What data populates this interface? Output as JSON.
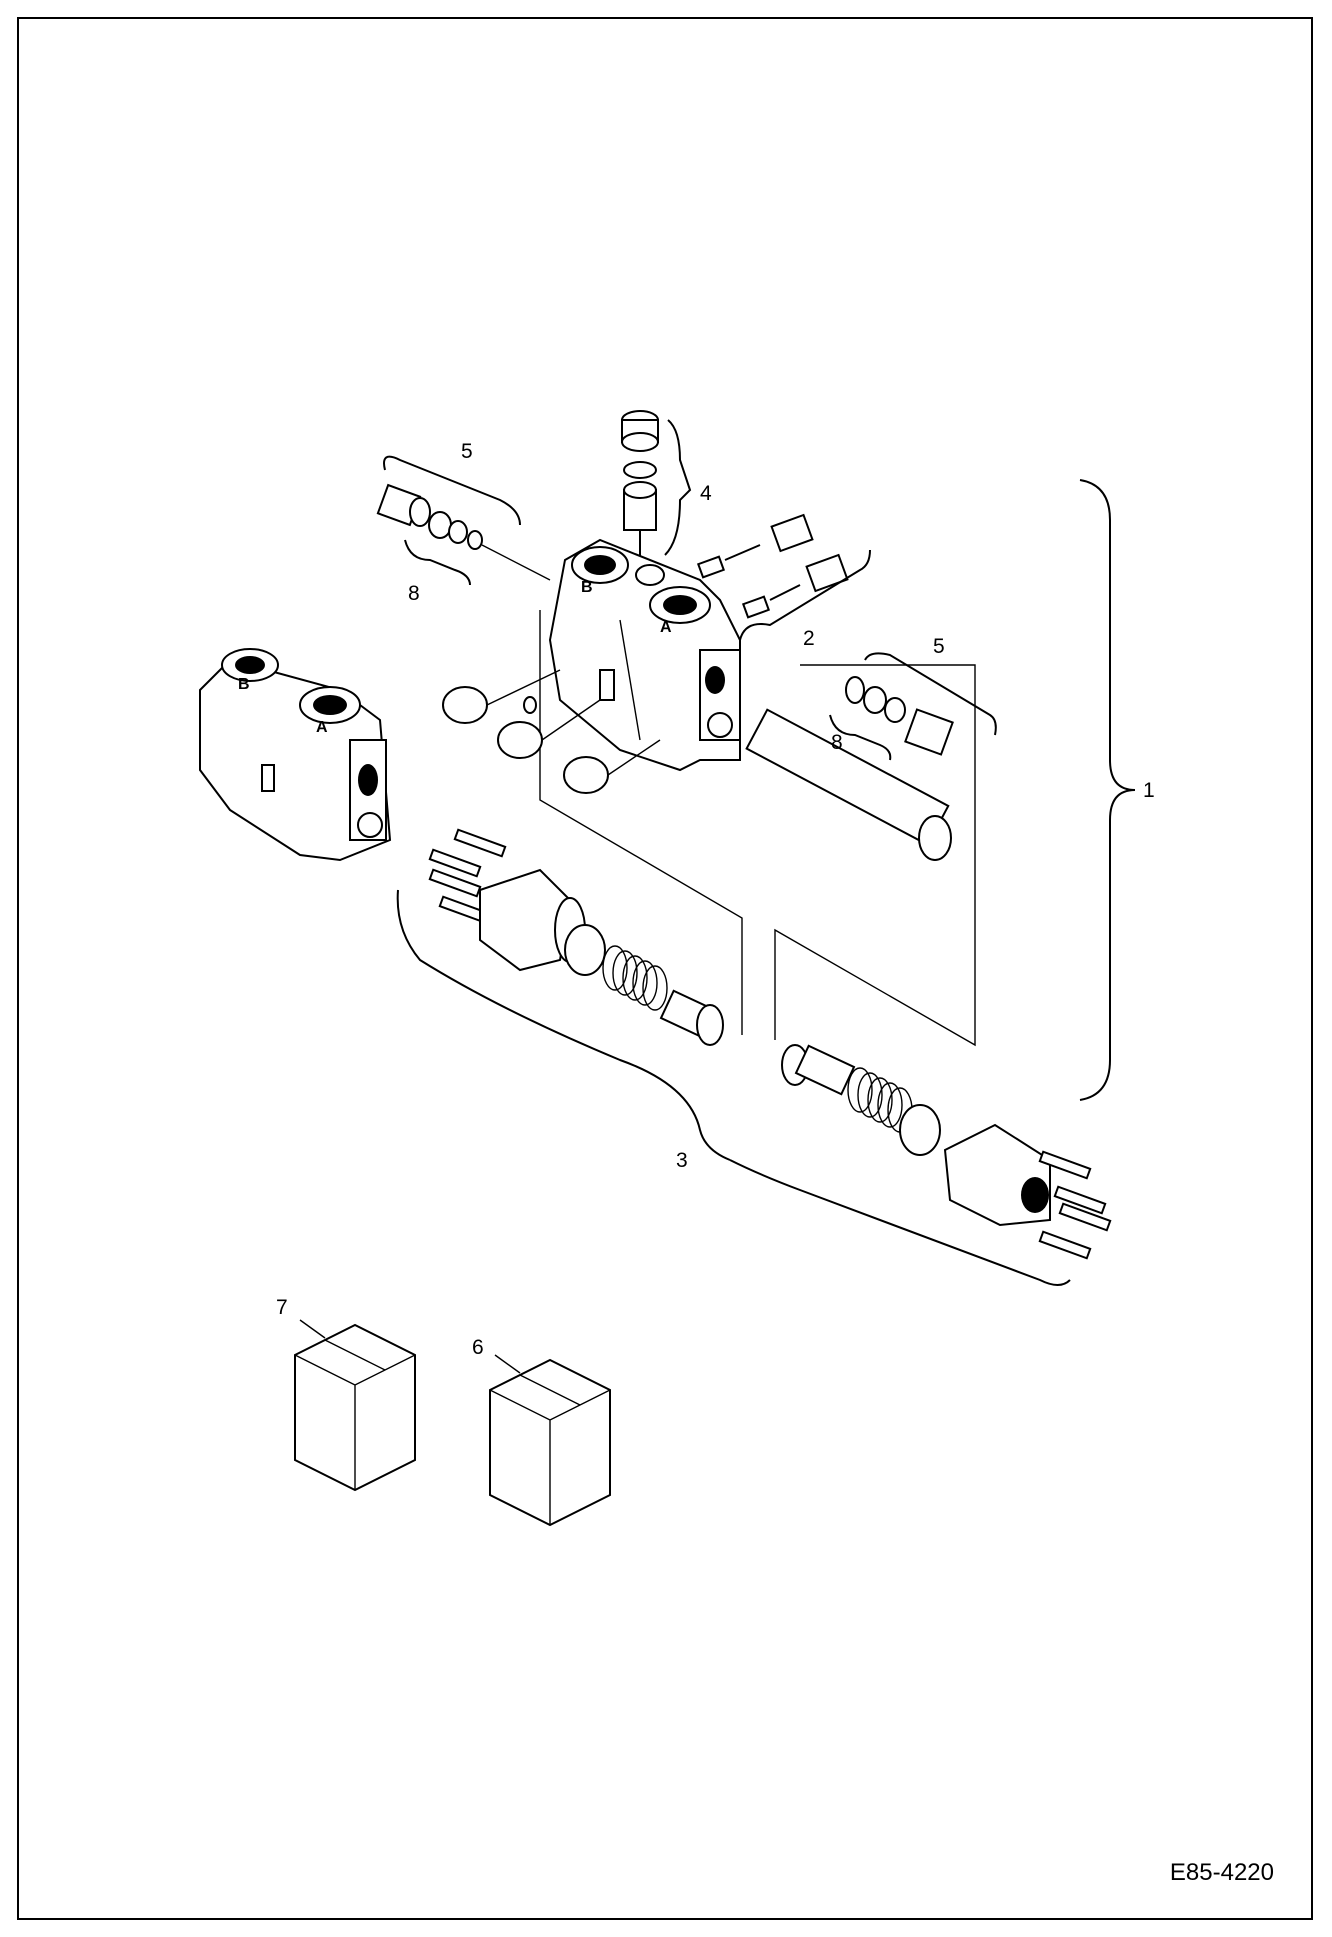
{
  "drawing": {
    "document_id": "E85-4220",
    "callouts": [
      {
        "id": "callout-1",
        "label": "1"
      },
      {
        "id": "callout-2",
        "label": "2"
      },
      {
        "id": "callout-3",
        "label": "3"
      },
      {
        "id": "callout-4",
        "label": "4"
      },
      {
        "id": "callout-5-left",
        "label": "5"
      },
      {
        "id": "callout-5-right",
        "label": "5"
      },
      {
        "id": "callout-6",
        "label": "6"
      },
      {
        "id": "callout-7",
        "label": "7"
      },
      {
        "id": "callout-8-left",
        "label": "8"
      },
      {
        "id": "callout-8-right",
        "label": "8"
      }
    ],
    "port_labels": {
      "a_main": "A",
      "b_main": "B",
      "a_left": "A",
      "b_left": "B"
    }
  }
}
